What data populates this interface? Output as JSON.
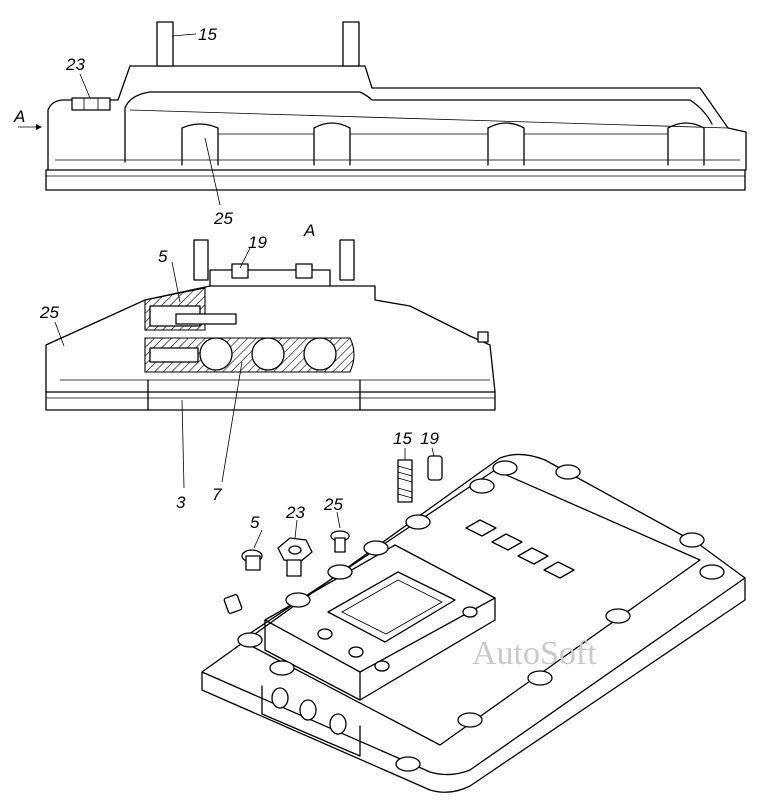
{
  "labels": {
    "top_15": "15",
    "top_23": "23",
    "top_A_arrow": "A",
    "top_25": "25",
    "mid_A": "A",
    "mid_19": "19",
    "mid_5": "5",
    "mid_25": "25",
    "label_3": "3",
    "label_7": "7",
    "part_5": "5",
    "part_23": "23",
    "part_25": "25",
    "part_15": "15",
    "part_19": "19"
  },
  "watermark": "AutoSoft"
}
